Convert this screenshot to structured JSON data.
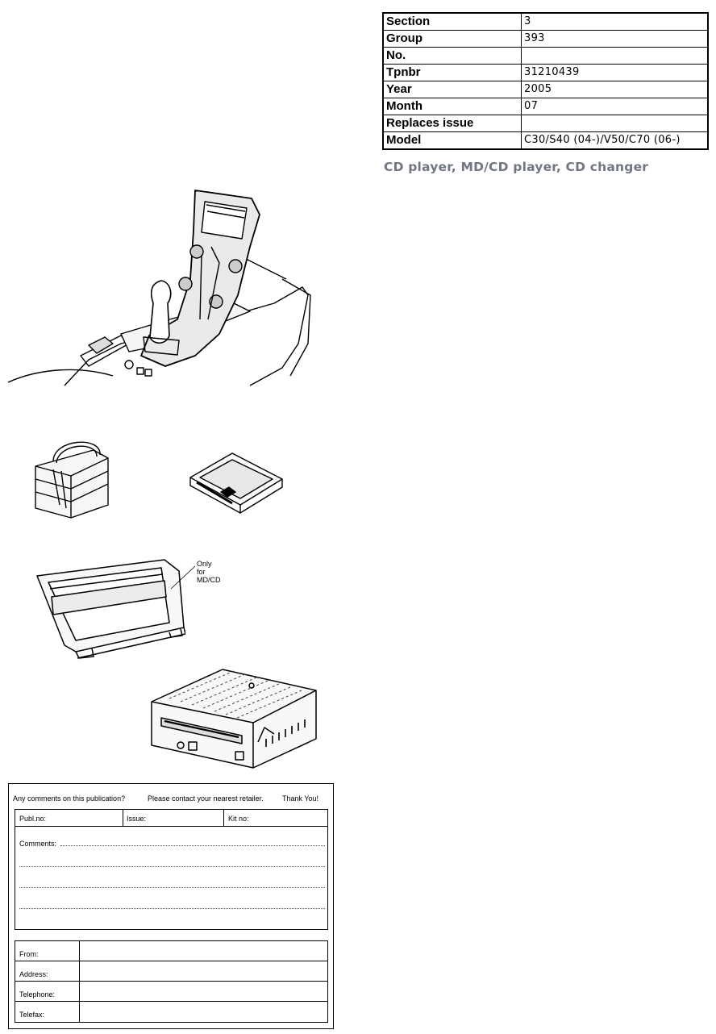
{
  "info_table": {
    "rows": [
      {
        "key": "Section",
        "value": "3"
      },
      {
        "key": "Group",
        "value": "393"
      },
      {
        "key": "No.",
        "value": ""
      },
      {
        "key": "Tpnbr",
        "value": "31210439"
      },
      {
        "key": "Year",
        "value": "2005"
      },
      {
        "key": "Month",
        "value": "07"
      },
      {
        "key": "Replaces issue",
        "value": ""
      },
      {
        "key": "Model",
        "value": "C30/S40 (04-)/V50/C70 (06-)"
      }
    ]
  },
  "subtitle": "CD player, MD/CD player, CD changer",
  "illustrations": {
    "bezel_note": "Only\nfor\nMD/CD"
  },
  "form": {
    "header_question": "Any comments on this publication?",
    "header_contact": "Please contact your nearest retailer.",
    "header_thanks": "Thank You!",
    "publ_no": "Publ.no:",
    "issue": "Issue:",
    "kit_no": "Kit no:",
    "comments": "Comments:",
    "from": "From:",
    "address": "Address:",
    "telephone": "Telephone:",
    "telefax": "Telefax:"
  }
}
